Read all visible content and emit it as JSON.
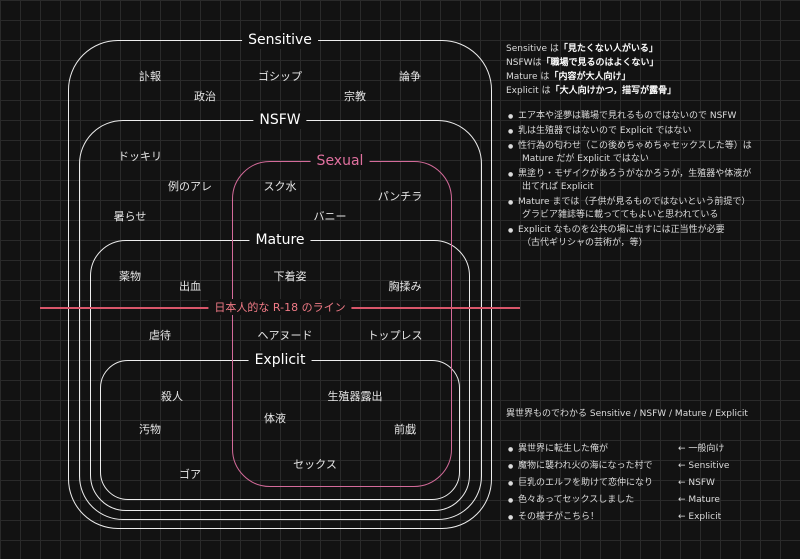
{
  "diagram": {
    "boxes": [
      {
        "title": "Sensitive",
        "terms": [
          "訃報",
          "ゴシップ",
          "論争",
          "政治",
          "宗教"
        ]
      },
      {
        "title": "NSFW",
        "terms": [
          "ドッキリ",
          "例のアレ",
          "暑らせ"
        ]
      },
      {
        "title": "Sexual",
        "terms": [
          "スク水",
          "パンチラ",
          "バニー"
        ]
      },
      {
        "title": "Mature",
        "terms": [
          "薬物",
          "出血",
          "下着姿",
          "胸揉み",
          "虐待",
          "ヘアヌード",
          "トップレス"
        ]
      },
      {
        "title": "Explicit",
        "terms": [
          "殺人",
          "生殖器露出",
          "汚物",
          "体液",
          "前戯",
          "ゴア",
          "セックス"
        ]
      }
    ],
    "r18_line_label": "日本人的な R-18 のライン"
  },
  "definitions": [
    {
      "term": "Sensitive",
      "particle": " は",
      "quote": "「見たくない人がいる」"
    },
    {
      "term": "NSFW",
      "particle": "は",
      "quote": "「職場で見るのはよくない」"
    },
    {
      "term": "Mature",
      "particle": " は",
      "quote": "「内容が大人向け」"
    },
    {
      "term": "Explicit",
      "particle": " は",
      "quote": "「大人向けかつ，描写が露骨」"
    }
  ],
  "notes": [
    {
      "line1": "エア本や淫夢は職場で見れるものではないので NSFW",
      "line2": ""
    },
    {
      "line1": "乳は生殖器ではないので Explicit ではない",
      "line2": ""
    },
    {
      "line1": "性行為の匂わせ（この後めちゃめちゃセックスした等）は",
      "line2": "Mature だが Explicit ではない"
    },
    {
      "line1": "黒塗り・モザイクがあろうがなかろうが，生殖器や体液が",
      "line2": "出てれば Explicit"
    },
    {
      "line1": "Mature までは（子供が見るものではないという前提で）",
      "line2": "グラビア雑誌等に載っててもよいと思われている"
    },
    {
      "line1": "Explicit なものを公共の場に出すには正当性が必要",
      "line2": "（古代ギリシャの芸術が，等）"
    }
  ],
  "isekai": {
    "title": "異世界ものでわかる Sensitive / NSFW / Mature / Explicit",
    "items": [
      {
        "text": "異世界に転生した俺が",
        "tag": "← 一般向け"
      },
      {
        "text": "魔物に襲われ火の海になった村で",
        "tag": "← Sensitive"
      },
      {
        "text": "巨乳のエルフを助けて恋仲になり",
        "tag": "← NSFW"
      },
      {
        "text": "色々あってセックスしました",
        "tag": "← Mature"
      },
      {
        "text": "その様子がこちら！",
        "tag": "← Explicit"
      }
    ]
  },
  "colors": {
    "background": "#121212",
    "grid": "#2a2a2a",
    "box": "#ededed",
    "sexual": "#d46b9a",
    "r18_line": "#d9566a"
  }
}
